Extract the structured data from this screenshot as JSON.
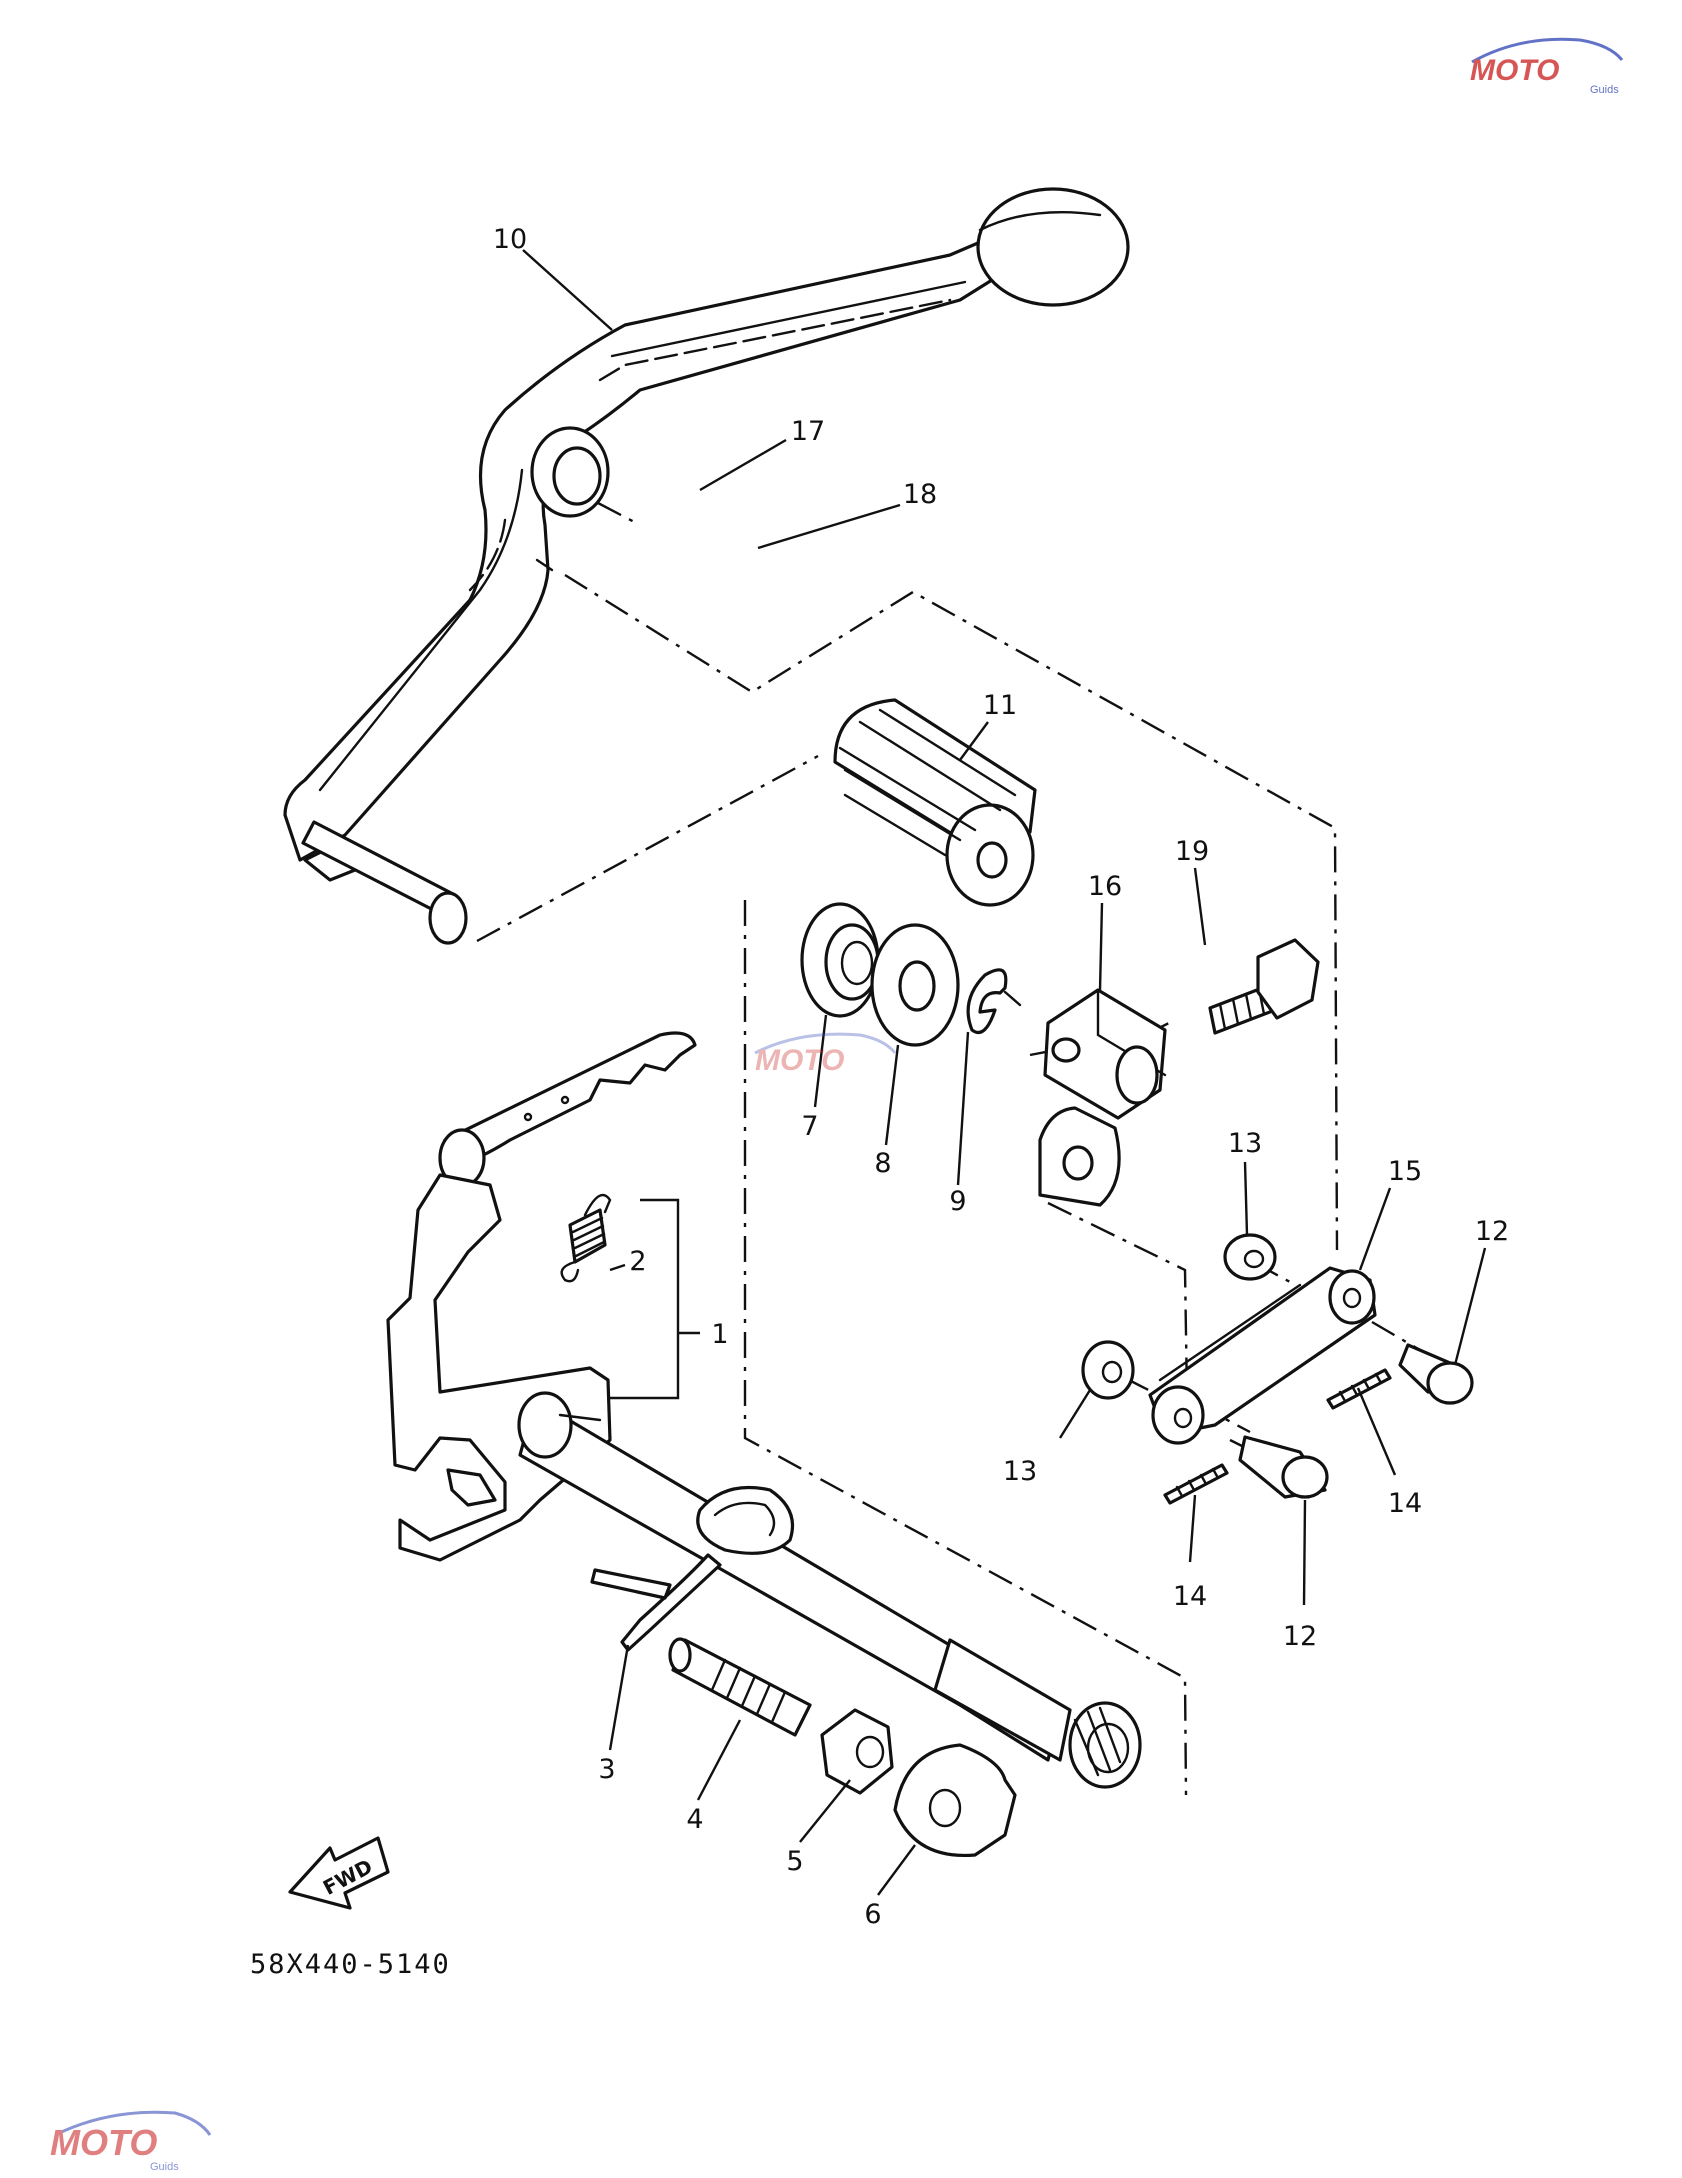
{
  "diagram": {
    "document_number": "58X440-5140",
    "forward_marker": "FWD",
    "callouts": {
      "c1": "1",
      "c2": "2",
      "c3": "3",
      "c4": "4",
      "c5": "5",
      "c6": "6",
      "c7": "7",
      "c8": "8",
      "c9": "9",
      "c10": "10",
      "c11": "11",
      "c12a": "12",
      "c12b": "12",
      "c13a": "13",
      "c13b": "13",
      "c14a": "14",
      "c14b": "14",
      "c15": "15",
      "c16": "16",
      "c17": "17",
      "c18": "18",
      "c19": "19"
    },
    "watermark": {
      "text": "MOTO",
      "subtext": "Guids"
    },
    "colors": {
      "ink": "#111111",
      "paper": "#ffffff",
      "watermark_red": "#cc2b2b",
      "watermark_blue": "#3b4fb8"
    }
  }
}
